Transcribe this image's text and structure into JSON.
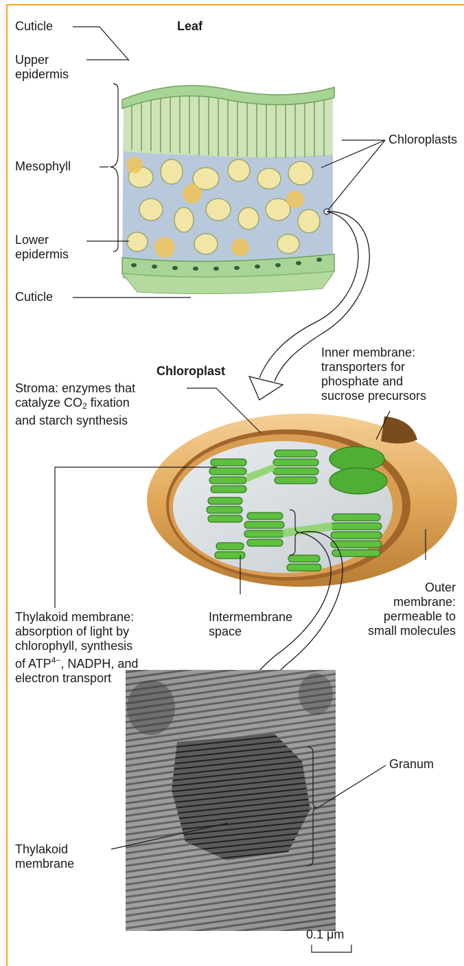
{
  "colors": {
    "frame": "#f4a71c",
    "leaf_green": "#9fd08a",
    "mesophyll_blue": "#a9bcd2",
    "chloroplast_tan": "#e2a85a",
    "thylakoid_green": "#6cc24a"
  },
  "leaf_panel": {
    "title": "Leaf",
    "labels": {
      "cuticle_top": "Cuticle",
      "upper_epidermis": [
        "Upper",
        "epidermis"
      ],
      "mesophyll": "Mesophyll",
      "lower_epidermis": [
        "Lower",
        "epidermis"
      ],
      "cuticle_bottom": "Cuticle",
      "chloroplasts": "Chloroplasts"
    }
  },
  "chloroplast_panel": {
    "title": "Chloroplast",
    "inner_membrane": [
      "Inner membrane:",
      "transporters for",
      "phosphate and",
      "sucrose precursors"
    ],
    "stroma": {
      "line1": "Stroma: enzymes that",
      "line2_pre": "catalyze CO",
      "line2_sub": "2",
      "line2_post": " fixation",
      "line3": "and starch synthesis"
    },
    "thylakoid": {
      "line1": "Thylakoid membrane:",
      "line2": "absorption of light by",
      "line3": "chlorophyll, synthesis",
      "line4_pre": "of ATP",
      "line4_sup": "4−",
      "line4_post": ", NADPH, and",
      "line5": "electron transport"
    },
    "intermembrane": [
      "Intermembrane",
      "space"
    ],
    "outer_membrane": [
      "Outer",
      "membrane:",
      "permeable to",
      "small molecules"
    ]
  },
  "micrograph_panel": {
    "granum": "Granum",
    "thylakoid_membrane": [
      "Thylakoid",
      "membrane"
    ],
    "scale_bar": "0.1 μm"
  }
}
